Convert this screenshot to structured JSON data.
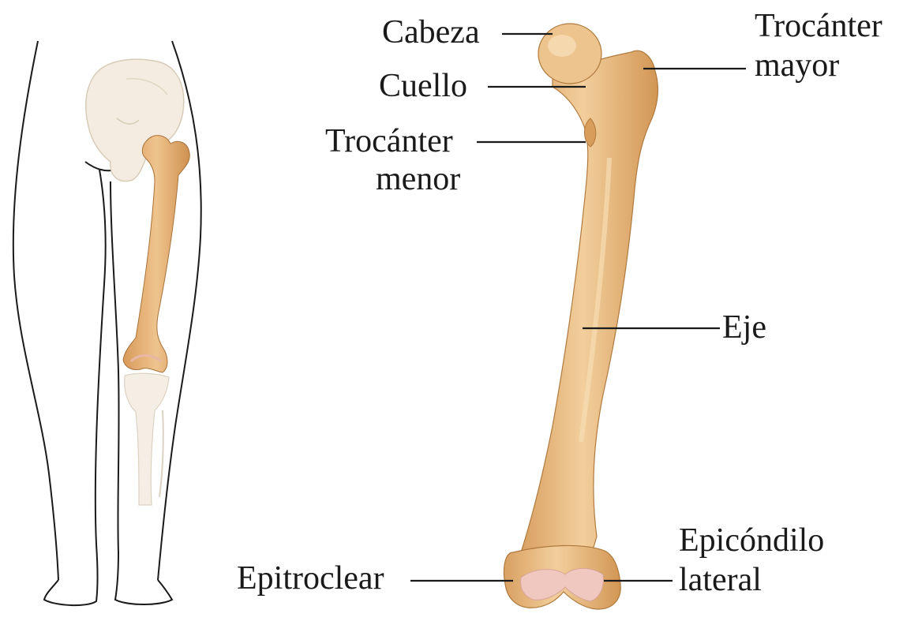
{
  "labels": {
    "head": "Cabeza",
    "neck": "Cuello",
    "lesser_trochanter": [
      "Trocánter",
      "menor"
    ],
    "greater_trochanter": [
      "Trocánter",
      "mayor"
    ],
    "shaft": "Eje",
    "medial_epicondyle": "Epitroclear",
    "lateral_epicondyle": [
      "Epicóndilo",
      "lateral"
    ]
  },
  "colors": {
    "bone": "#E9B777",
    "bone_light": "#F3D3A6",
    "bone_shadow": "#C98E4C",
    "cartilage": "#F0C8C0",
    "pelvis": "#F4ECE0",
    "outline": "#1a1a1a",
    "leader": "#1a1a1a"
  }
}
